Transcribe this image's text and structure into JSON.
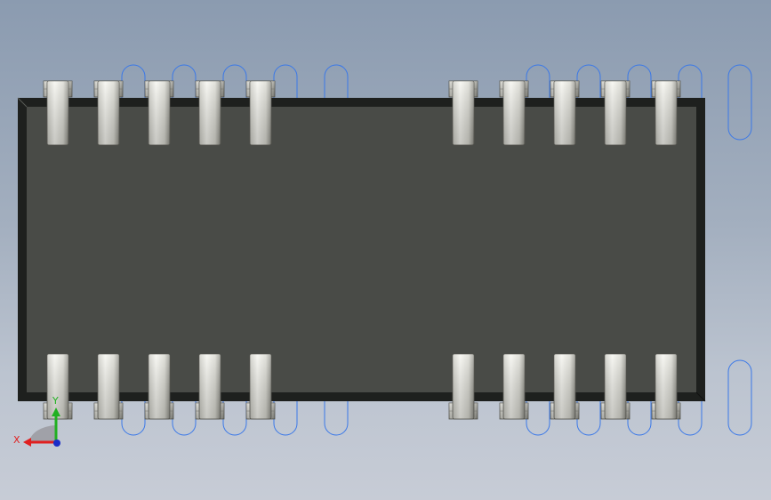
{
  "app": {
    "view_type": "3D CAD model viewport - top view of SMD IC package footprint"
  },
  "colors": {
    "background_top": "#8b9bb0",
    "background_bottom": "#c7ccd6",
    "body_outline": "#1e201e",
    "body_fill": "#494b47",
    "pin_light": "#f2f2ec",
    "pin_dark": "#8e8e86",
    "pad_outline": "#3a78e8",
    "axis_x": "#e02020",
    "axis_y": "#20b020",
    "axis_z": "#1a2cc8"
  },
  "triad": {
    "x_label": "X",
    "y_label": "Y"
  },
  "pins": {
    "top_count": 10,
    "bottom_count": 10
  },
  "pads": {
    "top_count": 10,
    "bottom_count": 10
  }
}
